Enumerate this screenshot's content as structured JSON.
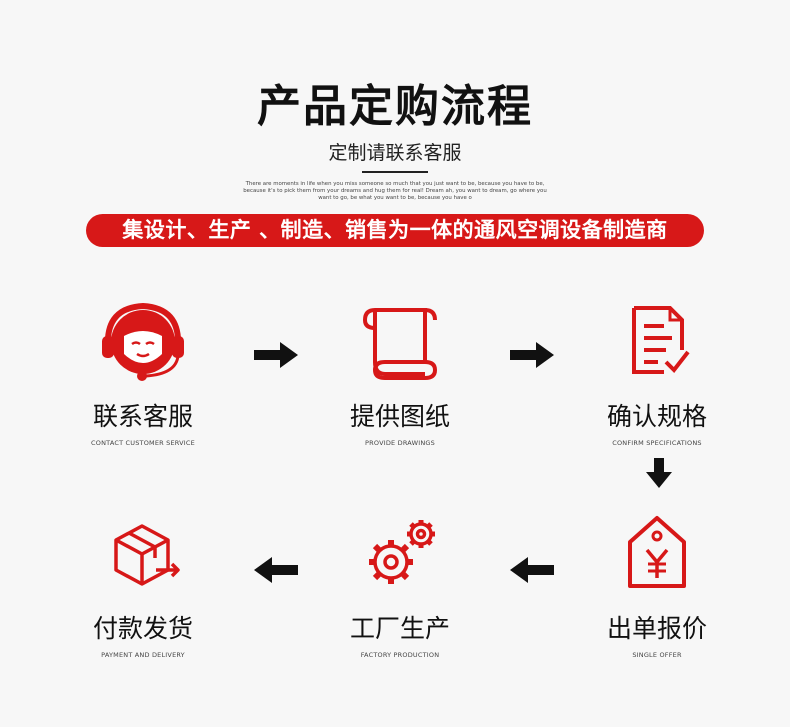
{
  "header": {
    "title": "产品定购流程",
    "subtitle": "定制请联系客服",
    "tiny_text": "There are moments in life when you miss someone so much that you just want to be, because you have to be, because it's to pick them from your dreams and hug them for real! Dream ah, you want to dream, go where you want to go, be what you want to be, because you have o"
  },
  "banner": {
    "text": "集设计、生产 、制造、销售为一体的通风空调设备制造商"
  },
  "steps": [
    {
      "label": "联系客服",
      "en": "CONTACT CUSTOMER SERVICE",
      "icon": "headset-agent-icon"
    },
    {
      "label": "提供图纸",
      "en": "PROVIDE DRAWINGS",
      "icon": "scroll-drawing-icon"
    },
    {
      "label": "确认规格",
      "en": "CONFIRM SPECIFICATIONS",
      "icon": "document-check-icon"
    },
    {
      "label": "出单报价",
      "en": "SINGLE OFFER",
      "icon": "price-tag-yen-icon"
    },
    {
      "label": "工厂生产",
      "en": "FACTORY PRODUCTION",
      "icon": "gears-icon"
    },
    {
      "label": "付款发货",
      "en": "PAYMENT AND DELIVERY",
      "icon": "package-delivery-icon"
    }
  ],
  "colors": {
    "accent": "#d71818",
    "text": "#111111",
    "background": "#f7f7f7"
  }
}
